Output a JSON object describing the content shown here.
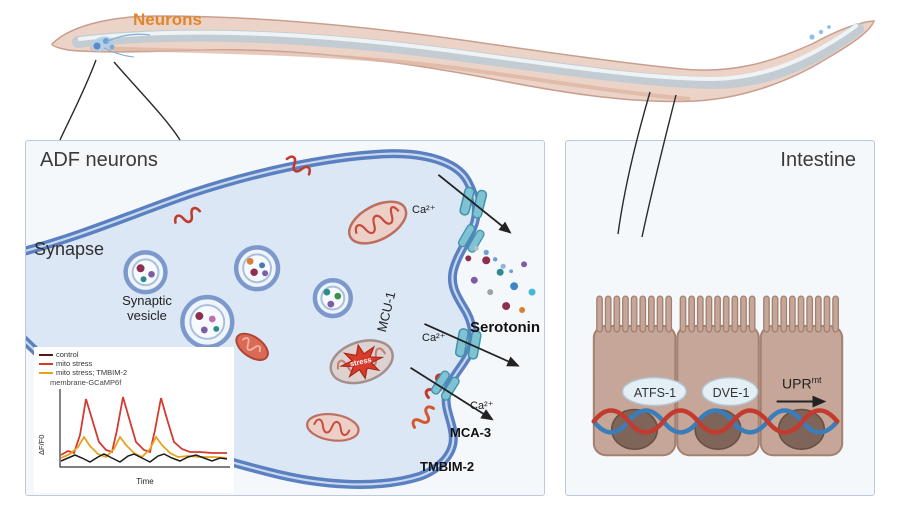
{
  "worm": {
    "neurons_label": "Neurons"
  },
  "adf_panel": {
    "title": "ADF neurons",
    "synapse_label": "Synapse",
    "vesicle_label": "Synaptic vesicle",
    "mcu1_label": "MCU-1",
    "serotonin_label": "Serotonin",
    "mca3_label": "MCA-3",
    "tmbim2_label": "TMBIM-2",
    "stress_label": "stress",
    "ca_label": "Ca²⁺"
  },
  "inset_chart": {
    "legend": [
      {
        "label": "control",
        "color": "#5a1518"
      },
      {
        "label": "mito stress",
        "color": "#d43a2f"
      },
      {
        "label": "mito stress; TMBIM-2",
        "color": "#e8a21d"
      }
    ],
    "subtitle": "membrane-GCaMP6f",
    "ylabel": "ΔF/F0",
    "xlabel": "Time"
  },
  "intestine_panel": {
    "title": "Intestine",
    "atfs1_label": "ATFS-1",
    "dve1_label": "DVE-1",
    "upr_label": "UPR",
    "upr_sup": "mt"
  },
  "colors": {
    "membrane_blue": "#5b80c1",
    "synapse_fill": "#dbe7f4",
    "intestine_cell": "#c5a698",
    "dna_red": "#c23b2e",
    "dna_blue": "#3a7dbb",
    "neurons_label_orange": "#e0862e",
    "channel_teal": "#7ec2d4"
  },
  "chart_data": {
    "type": "line",
    "title": "membrane-GCaMP6f",
    "xlabel": "Time",
    "ylabel": "ΔF/F0",
    "x": [
      0,
      0.7,
      1.4,
      2.0,
      2.4,
      3.0,
      3.7,
      4.3,
      4.7,
      5.3,
      6.0,
      6.6,
      7.0,
      7.6,
      8.4,
      9.2,
      10
    ],
    "series": [
      {
        "name": "control",
        "color": "#5a1518",
        "values": [
          0.25,
          0.4,
          0.55,
          0.4,
          0.2,
          0.45,
          0.6,
          0.4,
          0.2,
          0.5,
          0.6,
          0.4,
          0.2,
          0.45,
          0.3,
          0.5,
          0.4
        ]
      },
      {
        "name": "mito stress",
        "color": "#d43a2f",
        "values": [
          0.5,
          0.7,
          0.6,
          1.5,
          3.9,
          1.2,
          0.6,
          1.6,
          4.1,
          1.1,
          0.7,
          1.5,
          4.0,
          1.2,
          0.7,
          0.6,
          0.55
        ]
      },
      {
        "name": "mito stress; TMBIM-2",
        "color": "#e8a21d",
        "values": [
          0.35,
          0.55,
          0.9,
          1.5,
          0.9,
          0.5,
          0.7,
          1.6,
          0.9,
          0.5,
          0.4,
          1.4,
          1.6,
          0.8,
          0.45,
          0.4,
          0.4
        ]
      }
    ],
    "ylim": [
      0,
      4.5
    ],
    "legend_position": "top-left",
    "grid": false,
    "axis_tick_labels_visible": false
  }
}
